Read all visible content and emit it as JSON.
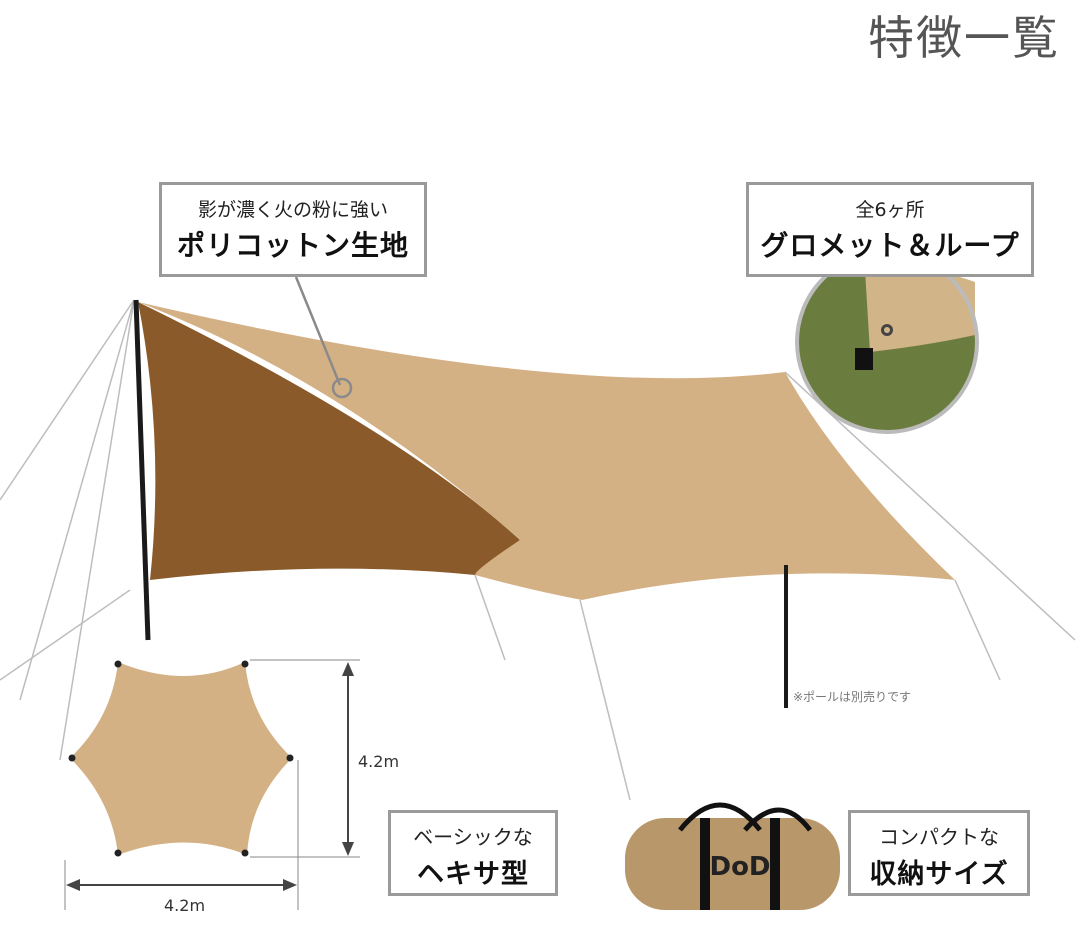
{
  "title": "特徴一覧",
  "callouts": {
    "fabric": {
      "small": "影が濃く火の粉に強い",
      "big": "ポリコットン生地"
    },
    "grommet": {
      "small": "全6ヶ所",
      "big": "グロメット＆ループ"
    },
    "shape": {
      "small": "ベーシックな",
      "big": "ヘキサ型"
    },
    "size": {
      "small": "コンパクトな",
      "big": "収納サイズ"
    }
  },
  "dimensions": {
    "height": "4.2m",
    "width": "4.2m"
  },
  "note": "※ポールは別売りです",
  "colors": {
    "tarp_top": "#d4b185",
    "tarp_under": "#8a5a2a",
    "callout_border": "#9a9a9a",
    "title": "#555555"
  }
}
